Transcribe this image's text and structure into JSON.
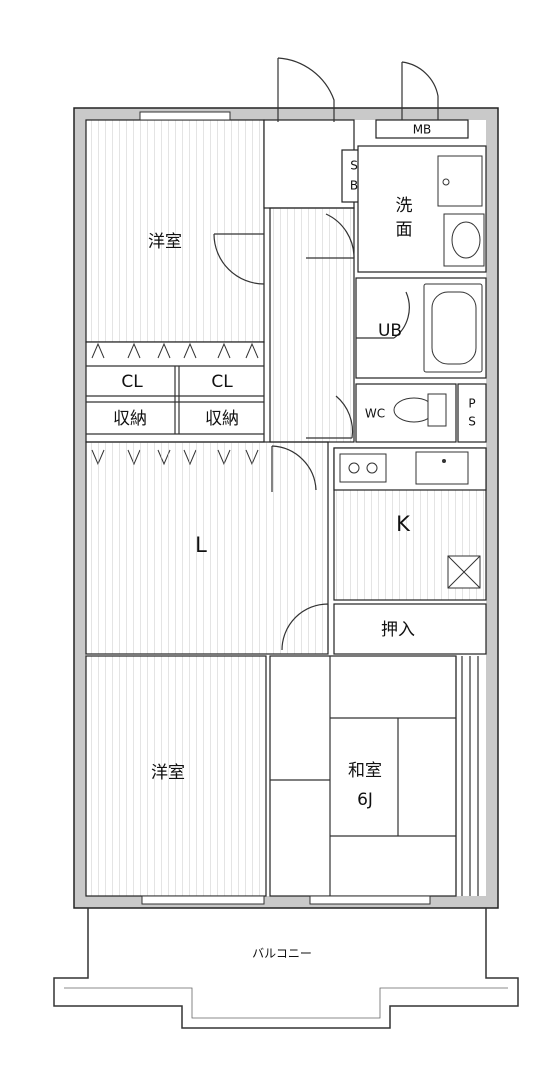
{
  "rooms": {
    "western_top": "洋室",
    "cl_left": "CL",
    "cl_right": "CL",
    "storage_left": "収納",
    "storage_right": "収納",
    "living": "L",
    "kitchen": "K",
    "western_bottom": "洋室",
    "japanese": "和室",
    "japanese_size": "6J",
    "closet_oshiire": "押入",
    "washroom_1": "洗",
    "washroom_2": "面",
    "unit_bath": "UB",
    "toilet": "WC",
    "shoe_box_1": "S",
    "shoe_box_2": "B",
    "pipe_space_1": "P",
    "pipe_space_2": "S",
    "meter_box": "MB",
    "balcony": "バルコニー"
  },
  "colors": {
    "wall_fill": "#c9c9c9",
    "line": "#222222",
    "background": "#ffffff"
  }
}
